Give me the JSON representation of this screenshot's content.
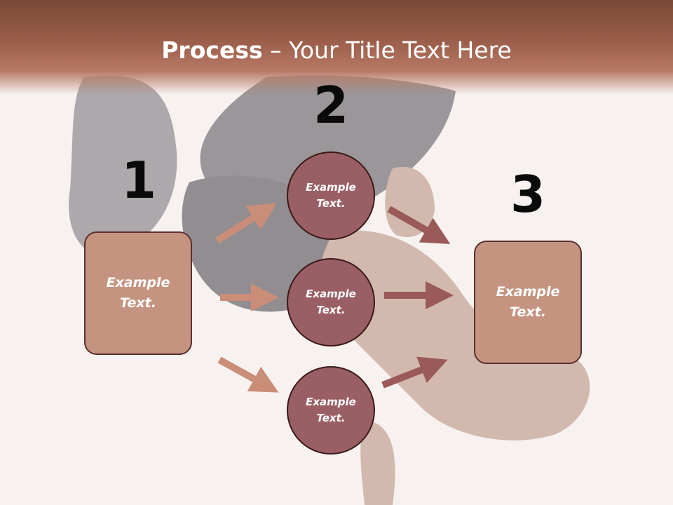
{
  "title": {
    "bold": "Process",
    "rest": " – Your Title Text Here"
  },
  "numbers": [
    "1",
    "2",
    "3"
  ],
  "step1": {
    "text": "Example\nText."
  },
  "circles": [
    {
      "text": "Example\nText."
    },
    {
      "text": "Example\nText."
    },
    {
      "text": "Example\nText."
    }
  ],
  "step3": {
    "text": "Example\nText."
  },
  "colors": {
    "header": "#9c5f4b",
    "box": "#c59480",
    "circle": "#9a5f65",
    "arrow_light": "#c98d78",
    "arrow_dark": "#9a5a58"
  }
}
